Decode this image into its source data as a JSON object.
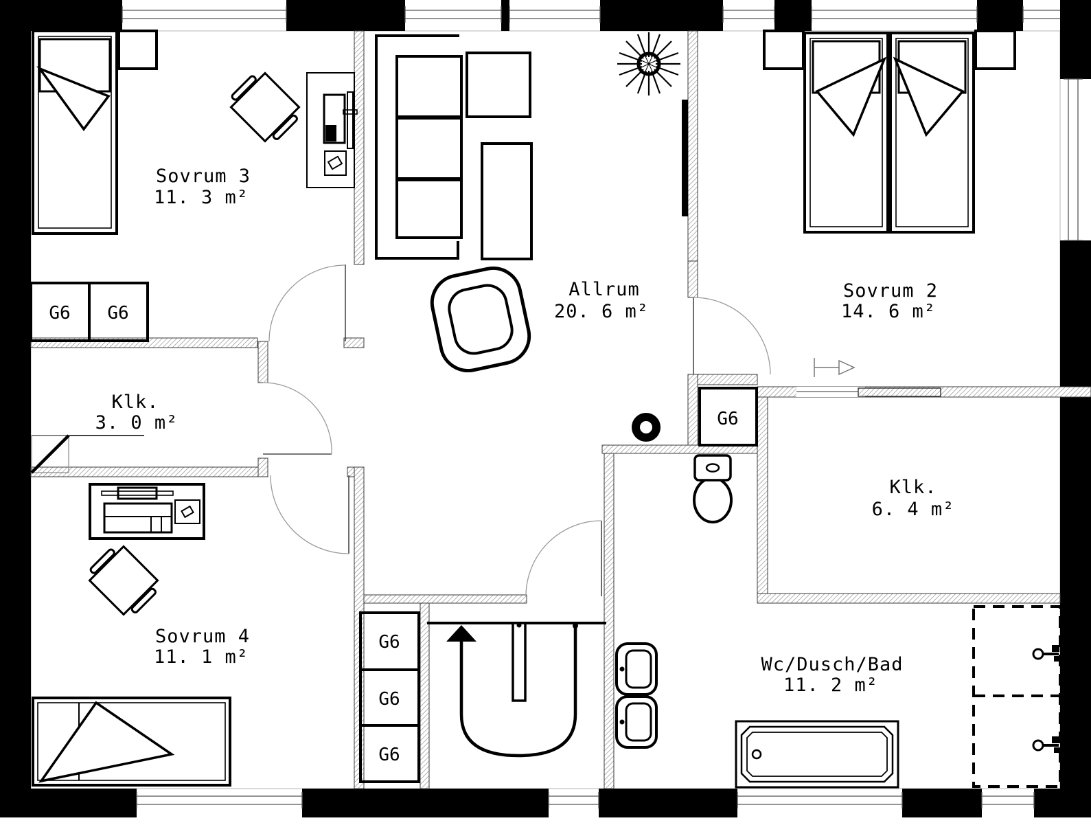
{
  "rooms": [
    {
      "name": "Sovrum 3",
      "area": "11. 3 m²"
    },
    {
      "name": "Allrum",
      "area": "20. 6 m²"
    },
    {
      "name": "Sovrum 2",
      "area": "14. 6 m²"
    },
    {
      "name": "Klk.",
      "area": "3. 0 m²"
    },
    {
      "name": "Klk.",
      "area": "6. 4 m²"
    },
    {
      "name": "Sovrum 4",
      "area": "11. 1 m²"
    },
    {
      "name": "Wc/Dusch/Bad",
      "area": "11. 2 m²"
    }
  ],
  "cabinets": [
    "G6",
    "G6",
    "G6",
    "G6",
    "G6",
    "G6"
  ],
  "colors": {
    "wall": "#000000",
    "background": "#ffffff",
    "line": "#1a1a1a"
  }
}
